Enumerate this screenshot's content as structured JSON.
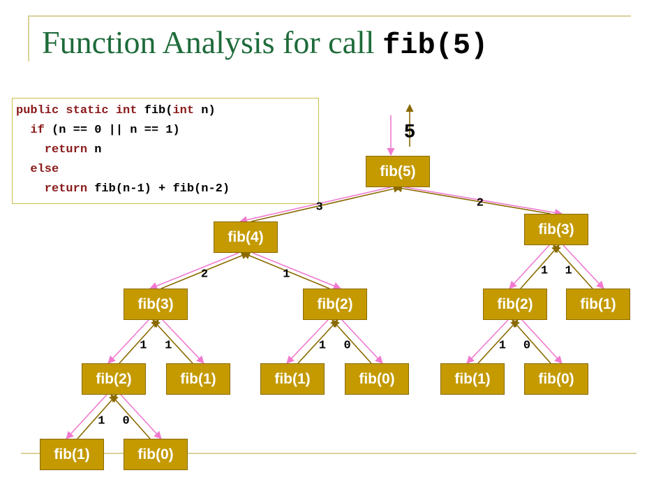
{
  "title": {
    "text": "Function Analysis for call ",
    "code": "fib(5)"
  },
  "code": {
    "lines": [
      [
        [
          "kw",
          "public static int "
        ],
        [
          "t",
          "fib("
        ],
        [
          "kw",
          "int"
        ],
        [
          "t",
          " n)"
        ]
      ],
      [
        [
          "kw",
          "  if"
        ],
        [
          "t",
          " (n == 0 || n == 1)"
        ]
      ],
      [
        [
          "kw",
          "    return"
        ],
        [
          "t",
          " n"
        ]
      ],
      [
        [
          "kw",
          "  else"
        ]
      ],
      [
        [
          "kw",
          "    return"
        ],
        [
          "t",
          " fib(n-1) + fib(n-2)"
        ]
      ]
    ]
  },
  "final_result": "5",
  "colors": {
    "node_fill": "#c49a00",
    "call_arrow": "#f07ad0",
    "return_arrow": "#8a6a00",
    "title": "#1e6b3a",
    "keyword": "#8b1a1a"
  },
  "tree": {
    "nodes": [
      {
        "id": "n5",
        "label": "fib(5)"
      },
      {
        "id": "n4",
        "label": "fib(4)"
      },
      {
        "id": "n3r",
        "label": "fib(3)"
      },
      {
        "id": "n3l",
        "label": "fib(3)"
      },
      {
        "id": "n2m",
        "label": "fib(2)"
      },
      {
        "id": "n2r",
        "label": "fib(2)"
      },
      {
        "id": "n1r",
        "label": "fib(1)"
      },
      {
        "id": "n2l",
        "label": "fib(2)"
      },
      {
        "id": "n1a",
        "label": "fib(1)"
      },
      {
        "id": "n1b",
        "label": "fib(1)"
      },
      {
        "id": "n0a",
        "label": "fib(0)"
      },
      {
        "id": "n1c",
        "label": "fib(1)"
      },
      {
        "id": "n0b",
        "label": "fib(0)"
      },
      {
        "id": "n1d",
        "label": "fib(1)"
      },
      {
        "id": "n0c",
        "label": "fib(0)"
      }
    ],
    "edges": [
      {
        "parent": "n5",
        "child": "n4",
        "value": "3"
      },
      {
        "parent": "n5",
        "child": "n3r",
        "value": "2"
      },
      {
        "parent": "n4",
        "child": "n3l",
        "value": "2"
      },
      {
        "parent": "n4",
        "child": "n2m",
        "value": "1"
      },
      {
        "parent": "n3r",
        "child": "n2r",
        "value": "1"
      },
      {
        "parent": "n3r",
        "child": "n1r",
        "value": "1"
      },
      {
        "parent": "n3l",
        "child": "n2l",
        "value": "1"
      },
      {
        "parent": "n3l",
        "child": "n1a",
        "value": "1"
      },
      {
        "parent": "n2m",
        "child": "n1b",
        "value": "1"
      },
      {
        "parent": "n2m",
        "child": "n0a",
        "value": "0"
      },
      {
        "parent": "n2r",
        "child": "n1c",
        "value": "1"
      },
      {
        "parent": "n2r",
        "child": "n0b",
        "value": "0"
      },
      {
        "parent": "n2l",
        "child": "n1d",
        "value": "1"
      },
      {
        "parent": "n2l",
        "child": "n0c",
        "value": "0"
      }
    ]
  }
}
